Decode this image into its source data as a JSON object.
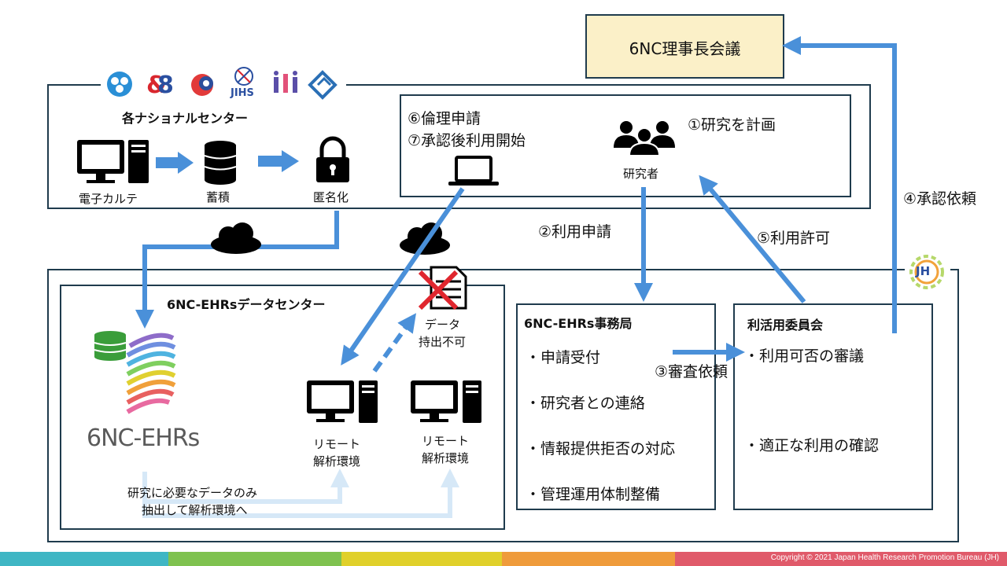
{
  "top_box": {
    "label": "6NC理事長会議",
    "fill": "#fbf0c8"
  },
  "national_centers": {
    "title": "各ナショナルセンター",
    "ehr_label": "電子カルテ",
    "store_label": "蓄積",
    "anon_label": "匿名化",
    "logo_jihs": "JIHS"
  },
  "researcher_box": {
    "step6": "⑥倫理申請",
    "step7": "⑦承認後利用開始",
    "step1": "①研究を計画",
    "researcher_label": "研究者"
  },
  "edges": {
    "step2": "②利用申請",
    "step3": "③審査依頼",
    "step4": "④承認依頼",
    "step5": "⑤利用許可"
  },
  "jh_logo": "JH",
  "data_center": {
    "title": "6NC-EHRsデータセンター",
    "brand": "6NC-EHRs",
    "remote1_line1": "リモート",
    "remote1_line2": "解析環境",
    "remote2_line1": "リモート",
    "remote2_line2": "解析環境",
    "no_export_line1": "データ",
    "no_export_line2": "持出不可",
    "extract_line1": "研究に必要なデータのみ",
    "extract_line2": "抽出して解析環境へ"
  },
  "office": {
    "title": "6NC-EHRs事務局",
    "items": [
      "・申請受付",
      "・研究者との連絡",
      "・情報提供拒否の対応",
      "・管理運用体制整備"
    ]
  },
  "committee": {
    "title": "利活用委員会",
    "items": [
      "・利用可否の審議",
      "・適正な利用の確認"
    ]
  },
  "footer": {
    "copyright": "Copyright © 2021 Japan Health Research Promotion Bureau (JH)",
    "colors": [
      "#3fb6c4",
      "#7fc24f",
      "#e0d02a",
      "#ef9b3b",
      "#e05a6a"
    ]
  },
  "colors": {
    "arrow": "#4a90d9",
    "border": "#1f3b4d",
    "light_arrow": "#d6e8f7"
  }
}
